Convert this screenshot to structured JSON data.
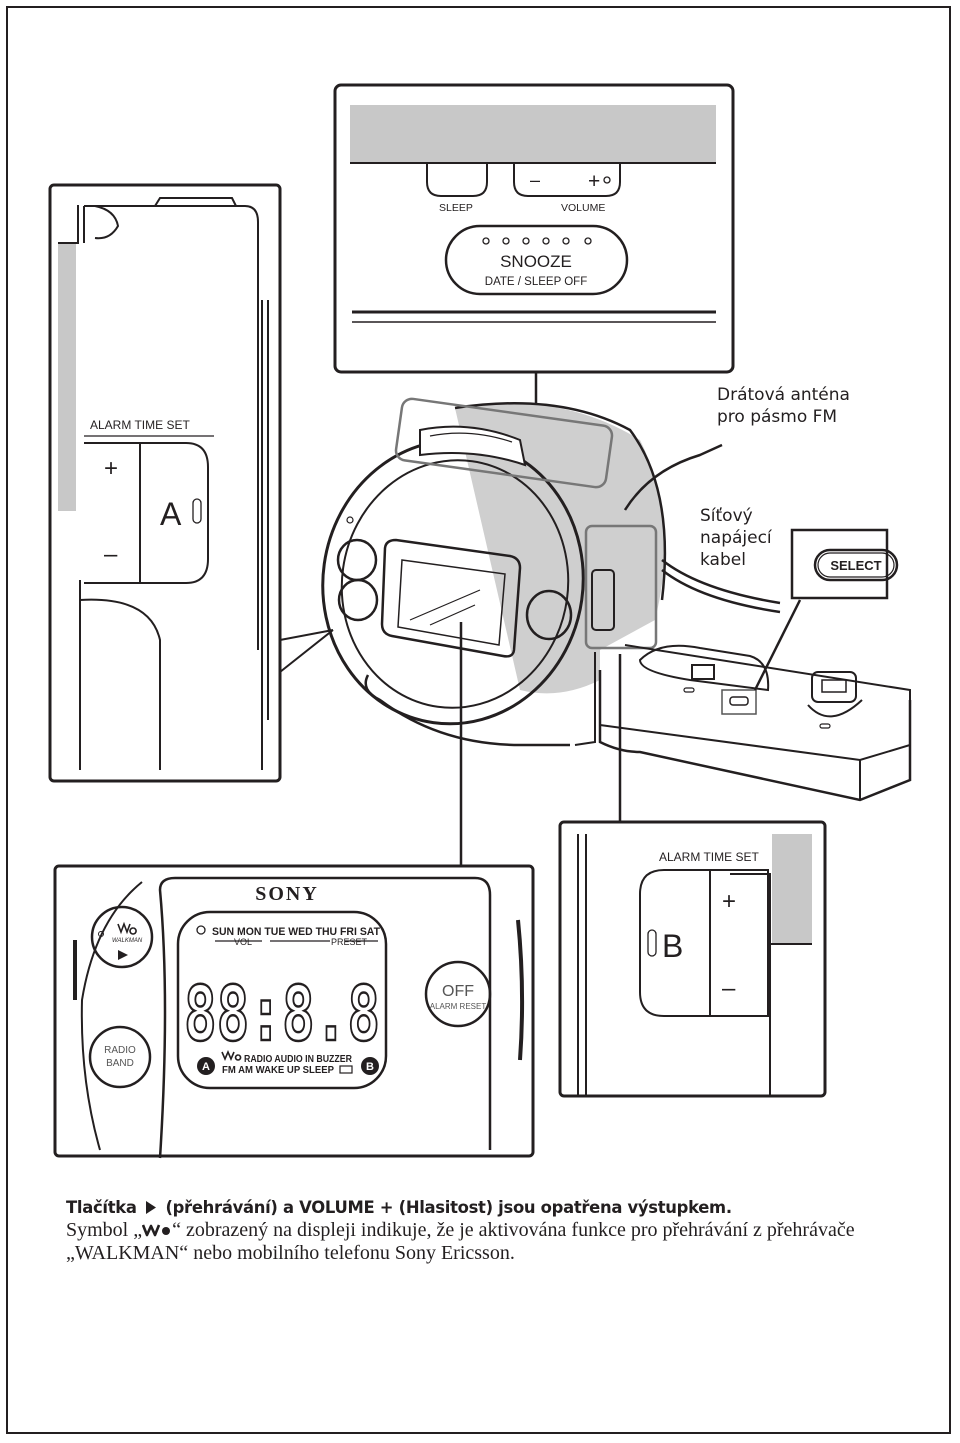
{
  "callouts": {
    "antenna": [
      "Drátová anténa",
      "pro pásmo FM"
    ],
    "power_cord": [
      "Síťový",
      "napájecí",
      "kabel"
    ]
  },
  "top_panel": {
    "sleep_label": "SLEEP",
    "volume_label": "VOLUME",
    "volume_minus": "–",
    "volume_plus": "+",
    "snooze_label": "SNOOZE",
    "snooze_sub_label": "DATE / SLEEP OFF"
  },
  "left_panel": {
    "section_label": "ALARM TIME SET",
    "plus": "+",
    "minus": "–",
    "alarm_letter": "A"
  },
  "right_panel": {
    "section_label": "ALARM TIME SET",
    "plus": "+",
    "minus": "–",
    "alarm_letter": "B"
  },
  "dock": {
    "select_label": "SELECT"
  },
  "front_panel": {
    "brand": "SONY",
    "days": "SUN MON TUE WED THU FRI SAT",
    "vol_label": "VOL",
    "preset_label": "PRESET",
    "clock_digits": "88:8.8",
    "walkman_label": "WALKMAN",
    "radio_band": [
      "RADIO",
      "BAND"
    ],
    "off_label": "OFF",
    "alarm_reset_label": "ALARM RESET",
    "indicator_row1": "RADIO AUDIO IN BUZZER",
    "indicator_row2": "FM AM WAKE UP SLEEP",
    "alarm_a": "A",
    "alarm_b": "B"
  },
  "caption": {
    "line1_before": "Tlačítka",
    "line1_after": "(přehrávání) a VOLUME + (Hlasitost) jsou opatřena výstupkem.",
    "line2_before": "Symbol „",
    "line2_after": "“ zobrazený na displeji indikuje, že je aktivována funkce pro přehrávání z přehrávače",
    "line3": "„WALKMAN“ nebo mobilního telefonu Sony Ericsson."
  },
  "icons": {
    "play_triangle": "play-icon",
    "walkman_symbol": "walkman-icon"
  }
}
